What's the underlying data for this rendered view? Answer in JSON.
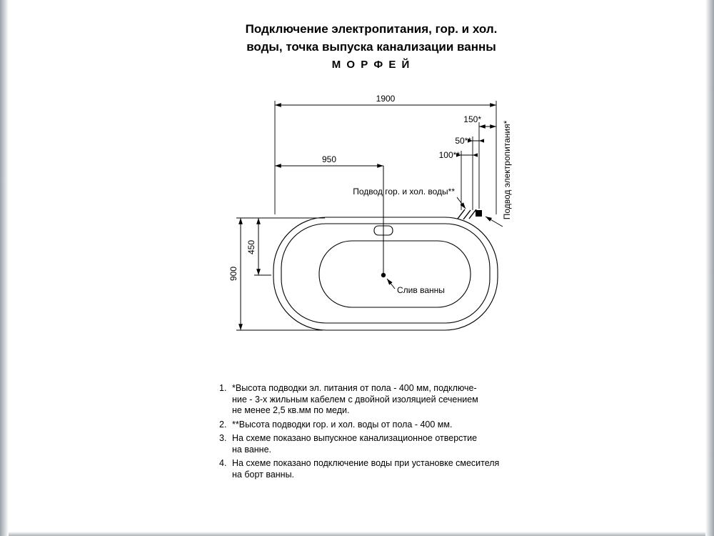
{
  "title": {
    "line1": "Подключение электропитания, гор. и хол.",
    "line2": "воды, точка выпуска канализации ванны",
    "line3": "М О Р Ф Е Й"
  },
  "diagram": {
    "dim_width": "1900",
    "dim_150": "150*",
    "dim_50": "50**",
    "dim_100": "100**",
    "dim_950": "950",
    "dim_900": "900",
    "dim_450": "450",
    "label_water": "Подвод гор. и хол. воды**",
    "label_power": "Подвод электропитания*",
    "label_drain": "Слив ванны"
  },
  "notes": [
    {
      "num": "1.",
      "text": "*Высота подводки эл. питания от пола - 400 мм, подключе-\nние - 3-х жильным кабелем с двойной изоляцией сечением\nне менее 2,5 кв.мм по меди."
    },
    {
      "num": "2.",
      "text": "**Высота подводки гор. и хол. воды от пола - 400 мм."
    },
    {
      "num": "3.",
      "text": "На схеме показано выпускное канализационное отверстие\nна ванне."
    },
    {
      "num": "4.",
      "text": "На схеме показано подключение воды при установке смесителя\nна борт ванны."
    }
  ]
}
